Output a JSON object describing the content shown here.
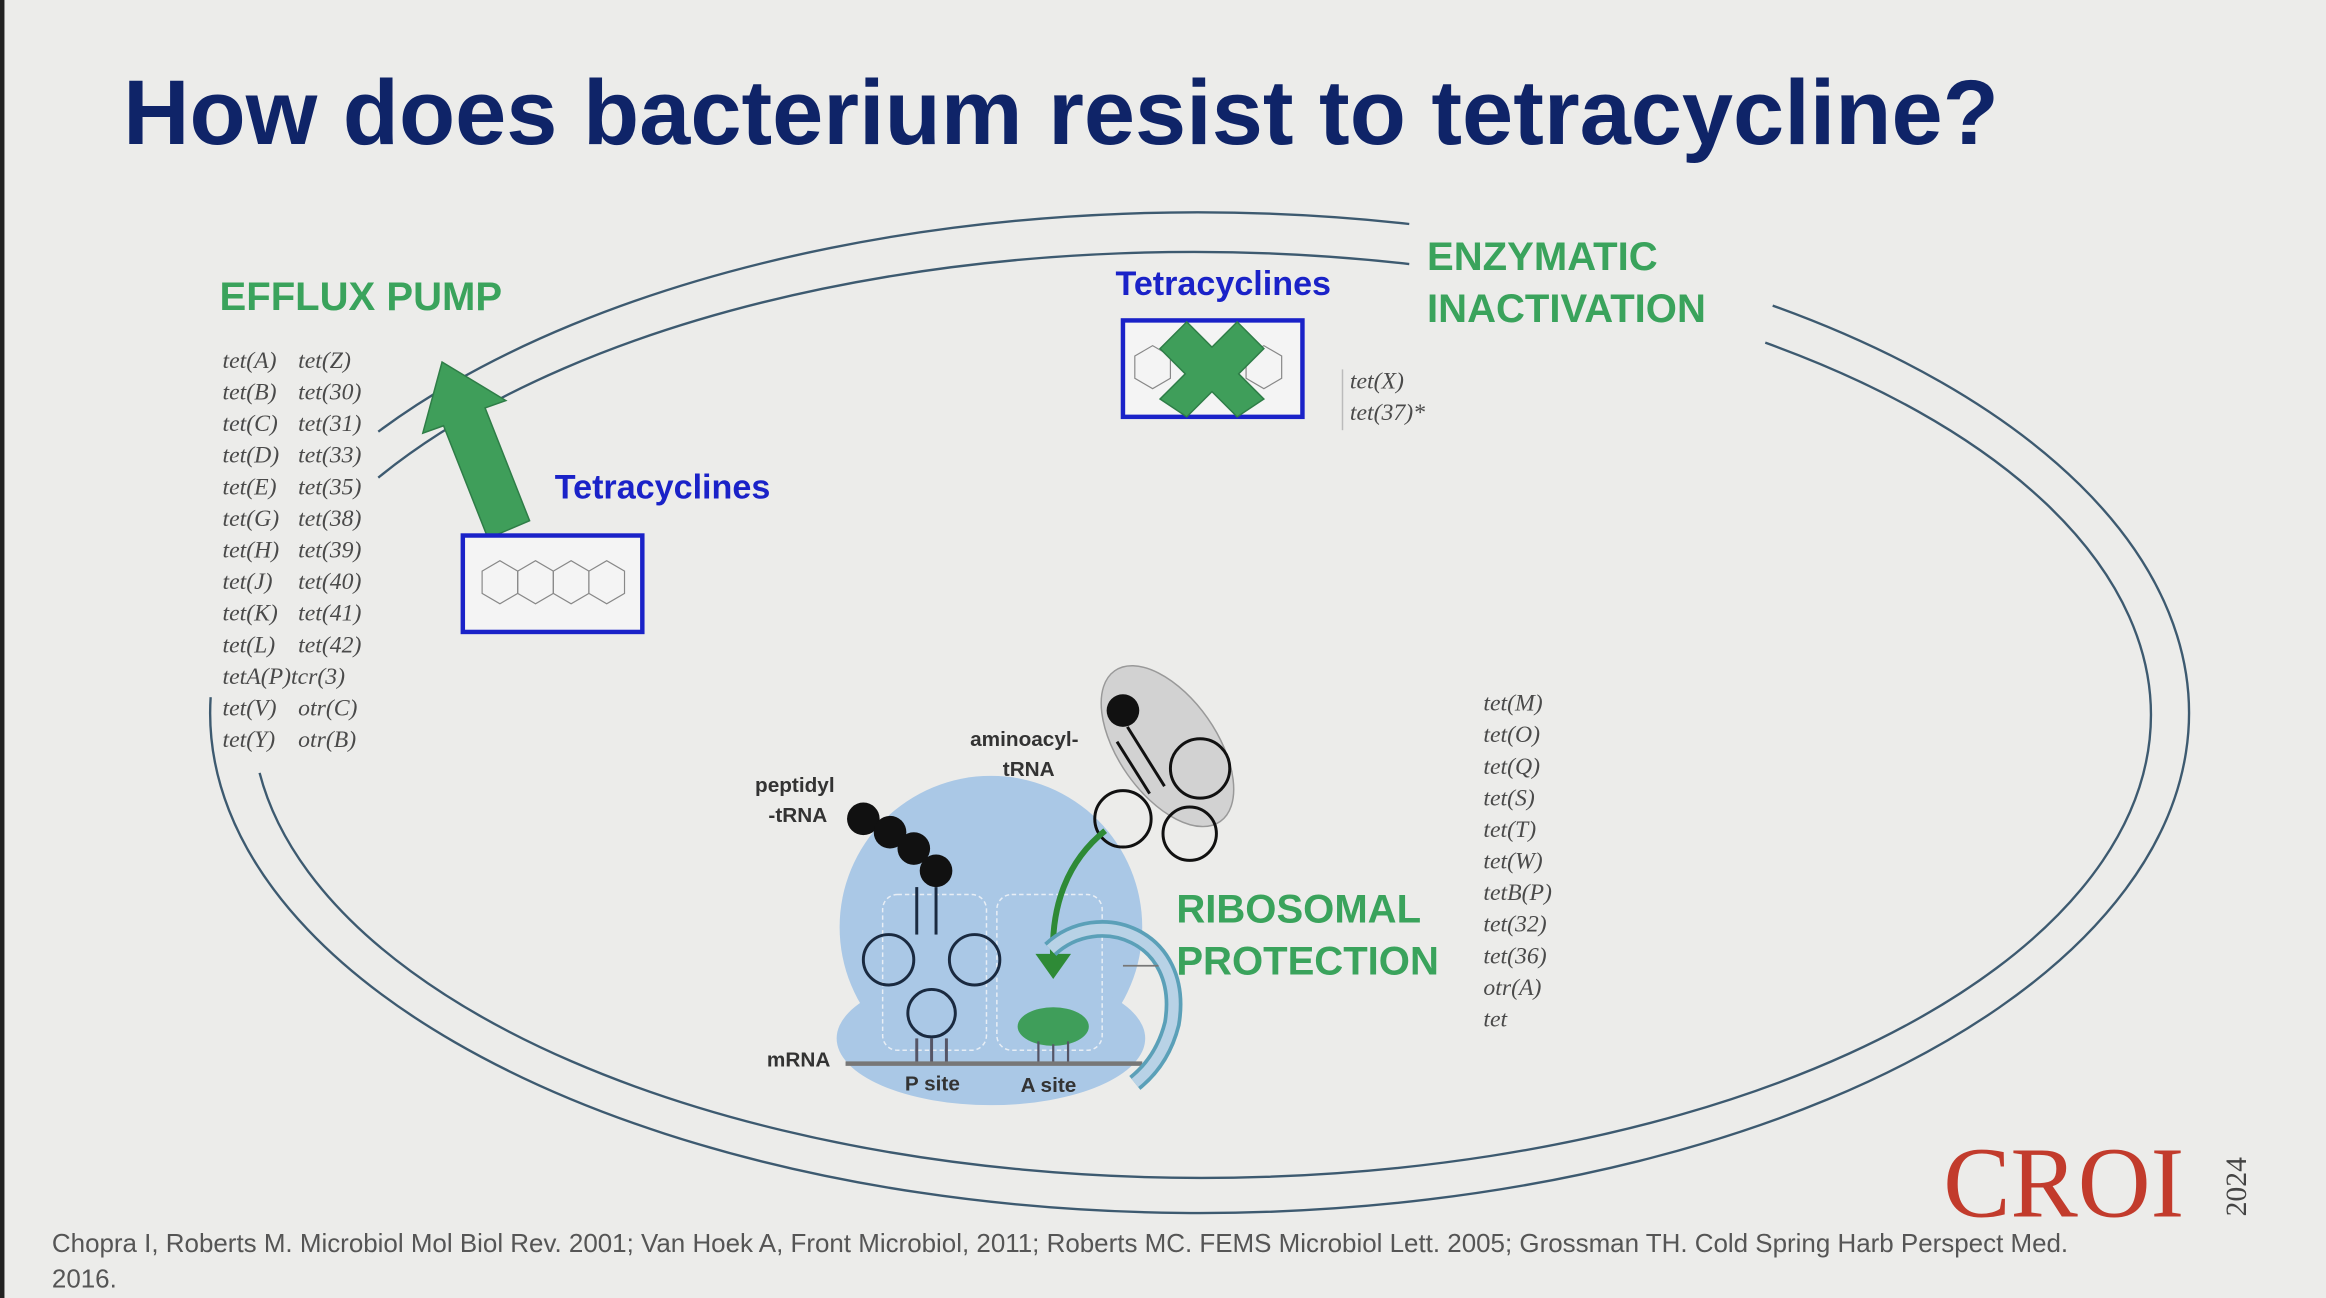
{
  "title": "How does bacterium resist to tetracycline?",
  "mechanisms": {
    "efflux": "EFFLUX PUMP",
    "enzymatic_line1": "ENZYMATIC",
    "enzymatic_line2": "INACTIVATION",
    "ribosomal_line1": "RIBOSOMAL",
    "ribosomal_line2": "PROTECTION"
  },
  "tetracyclines_label_efflux": "Tetracyclines",
  "tetracyclines_label_enzymatic": "Tetracyclines",
  "efflux_genes": [
    [
      "tet(A)",
      "tet(Z)"
    ],
    [
      "tet(B)",
      "tet(30)"
    ],
    [
      "tet(C)",
      "tet(31)"
    ],
    [
      "tet(D)",
      "tet(33)"
    ],
    [
      "tet(E)",
      "tet(35)"
    ],
    [
      "tet(G)",
      "tet(38)"
    ],
    [
      "tet(H)",
      "tet(39)"
    ],
    [
      "tet(J)",
      "tet(40)"
    ],
    [
      "tet(K)",
      "tet(41)"
    ],
    [
      "tet(L)",
      "tet(42)"
    ],
    [
      "tetA(P)tcr(3)",
      ""
    ],
    [
      "tet(V)",
      "otr(C)"
    ],
    [
      "tet(Y)",
      "otr(B)"
    ]
  ],
  "enzymatic_genes": [
    "tet(X)",
    "tet(37)*"
  ],
  "ribosomal_genes": [
    "tet(M)",
    "tet(O)",
    "tet(Q)",
    "tet(S)",
    "tet(T)",
    "tet(W)",
    "tetB(P)",
    "tet(32)",
    "tet(36)",
    "otr(A)",
    "tet"
  ],
  "ribosome_labels": {
    "peptidyl_line1": "peptidyl",
    "peptidyl_line2": "-tRNA",
    "aminoacyl_line1": "aminoacyl-",
    "aminoacyl_line2": "tRNA",
    "mrna": "mRNA",
    "p_site": "P site",
    "a_site": "A site"
  },
  "logo": {
    "name": "CROI",
    "year": "2024"
  },
  "citation": {
    "line1": "Chopra I, Roberts M. Microbiol Mol Biol Rev. 2001; Van Hoek A, Front Microbiol, 2011; Roberts MC. FEMS Microbiol Lett. 2005; Grossman TH. Cold Spring Harb Perspect Med.",
    "line2": "2016."
  },
  "colors": {
    "title": "#0f2468",
    "mechanism": "#3aa35c",
    "tetracycline": "#1a22c8",
    "ribosome": "#aac8e6",
    "logo": "#c23b2c"
  }
}
